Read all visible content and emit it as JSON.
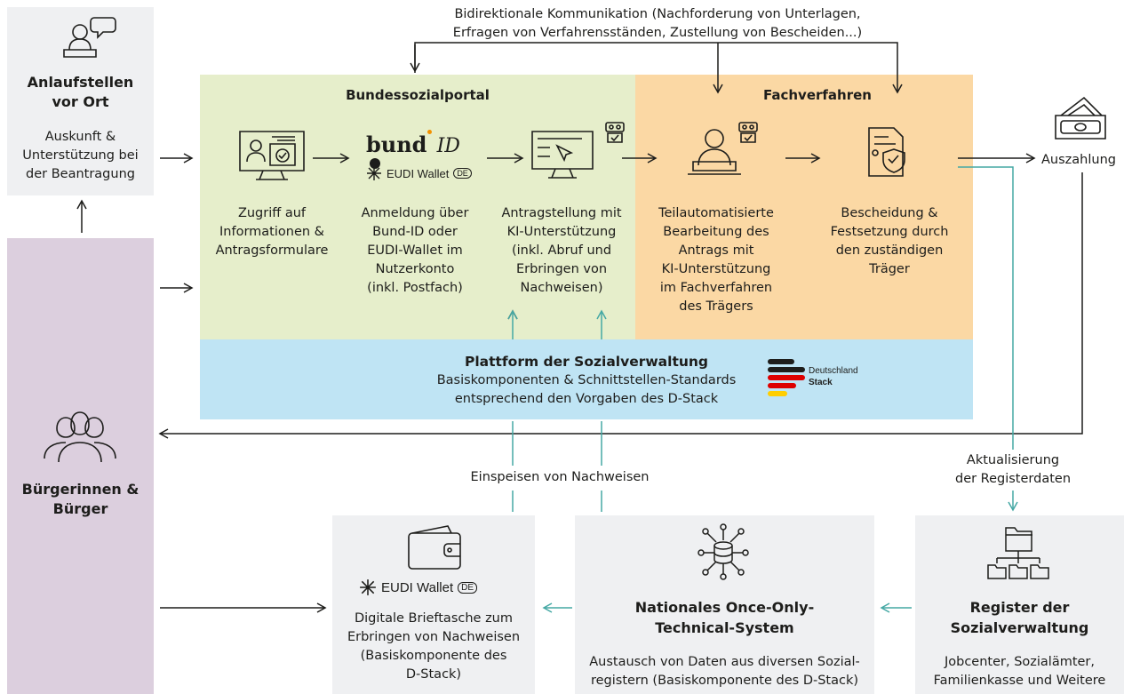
{
  "top_note": {
    "line1": "Bidirektionale Kommunikation (Nachforderung von Unterlagen,",
    "line2": "Erfragen von Verfahrensständen, Zustellung von Bescheiden...)"
  },
  "anlaufstellen": {
    "title_line1": "Anlaufstellen",
    "title_line2": "vor Ort",
    "text_line1": "Auskunft &",
    "text_line2": "Unterstützung bei",
    "text_line3": "der Beantragung"
  },
  "buerger": {
    "title_line1": "Bürgerinnen &",
    "title_line2": "Bürger"
  },
  "portal": {
    "title": "Bundessozialportal",
    "steps": [
      {
        "lines": [
          "Zugriff auf",
          "Informationen &",
          "Antragsformulare"
        ]
      },
      {
        "lines": [
          "Anmeldung über",
          "Bund-ID oder",
          "EUDI-Wallet im",
          "Nutzerkonto",
          "(inkl. Postfach)"
        ]
      },
      {
        "lines": [
          "Antragstellung mit",
          "KI-Unterstützung",
          "(inkl. Abruf und",
          "Erbringen von",
          "Nachweisen)"
        ]
      }
    ],
    "bundid_text": "bund",
    "bundid_suffix": "ID",
    "eudi_label": "EUDI Wallet",
    "eudi_badge": "DE"
  },
  "fachverfahren": {
    "title": "Fachverfahren",
    "steps": [
      {
        "lines": [
          "Teilautomatisierte",
          "Bearbeitung des",
          "Antrags mit",
          "KI-Unterstützung",
          "im Fachverfahren",
          "des Trägers"
        ]
      },
      {
        "lines": [
          "Bescheidung &",
          "Festsetzung durch",
          "den zuständigen",
          "Träger"
        ]
      }
    ]
  },
  "auszahlung": {
    "label": "Auszahlung"
  },
  "plattform": {
    "title": "Plattform der Sozialverwaltung",
    "line1": "Basiskomponenten & Schnittstellen-Standards",
    "line2": "entsprechend den Vorgaben des D-Stack",
    "logo_line1": "Deutschland",
    "logo_line2": "Stack"
  },
  "aktualisierung": {
    "line1": "Aktualisierung",
    "line2": "der Registerdaten"
  },
  "einspeisen": {
    "label": "Einspeisen von Nachweisen"
  },
  "wallet_box": {
    "eudi_label": "EUDI Wallet",
    "eudi_badge": "DE",
    "lines": [
      "Digitale Brieftasche zum",
      "Erbringen von Nachweisen",
      "(Basiskomponente des",
      "D-Stack)"
    ]
  },
  "oots_box": {
    "title_line1": "Nationales Once-Only-",
    "title_line2": "Technical-System",
    "line1": "Austausch von Daten aus diversen Sozial-",
    "line2": "registern (Basiskomponente des D-Stack)"
  },
  "register_box": {
    "title_line1": "Register der",
    "title_line2": "Sozialverwaltung",
    "line1": "Jobcenter, Sozialämter,",
    "line2": "Familienkasse und Weitere"
  },
  "colors": {
    "portal_green": "#e6eecb",
    "fachverfahren_orange": "#fbd8a4",
    "plattform_blue": "#bfe4f4",
    "buerger_lilac": "#dccfde",
    "box_grey": "#eff0f2",
    "teal_arrow": "#45a8a4",
    "dark": "#1d1d1b",
    "bundid_accent": "#f39200"
  },
  "icons": [
    "person-laptop-speech-icon",
    "people-group-icon",
    "info-monitor-icon",
    "robot-icon",
    "application-monitor-icon",
    "person-laptop-icon",
    "document-shield-icon",
    "banknote-icon",
    "wallet-icon",
    "database-network-icon",
    "folder-tree-icon",
    "eudi-star-icon",
    "deutschland-stack-logo"
  ]
}
